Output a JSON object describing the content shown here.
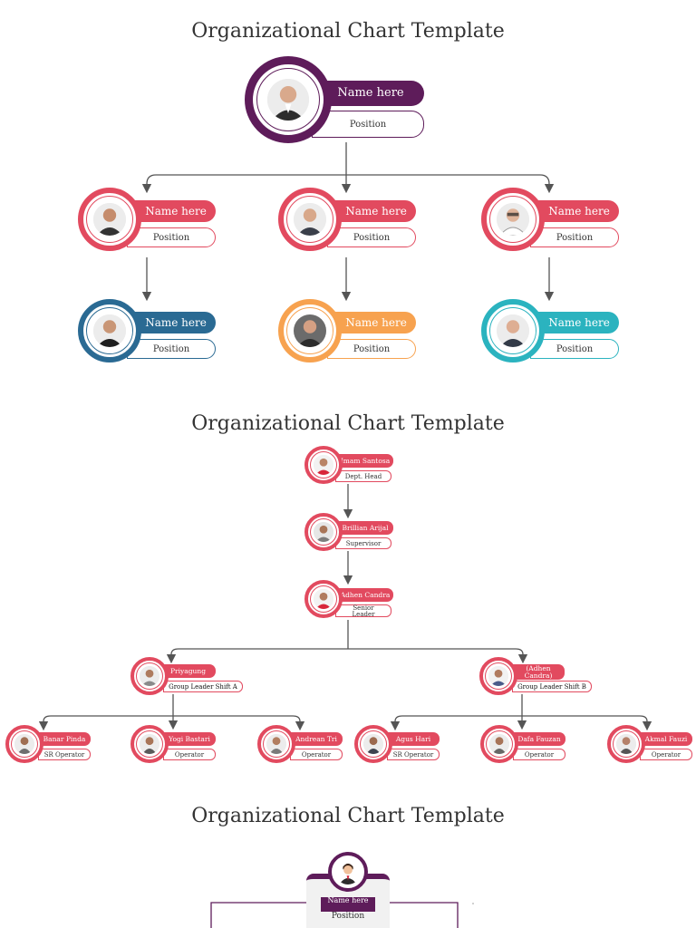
{
  "colors": {
    "purple": "#5e1c5a",
    "red": "#e24a5f",
    "blue": "#2a6a93",
    "orange": "#f7a24f",
    "teal": "#2bb3bf",
    "line": "#555555"
  },
  "chart1": {
    "title": "Organizational Chart Template",
    "top": {
      "name": "Name here",
      "position": "Position"
    },
    "level2": [
      {
        "name": "Name here",
        "position": "Position"
      },
      {
        "name": "Name here",
        "position": "Position"
      },
      {
        "name": "Name here",
        "position": "Position"
      }
    ],
    "level3": [
      {
        "name": "Name here",
        "position": "Position"
      },
      {
        "name": "Name here",
        "position": "Position"
      },
      {
        "name": "Name here",
        "position": "Position"
      }
    ]
  },
  "chart2": {
    "title": "Organizational Chart Template",
    "chain": [
      {
        "name": "Imam Santosa",
        "position": "Dept. Head"
      },
      {
        "name": "Brillian Arijal",
        "position": "Supervisor"
      },
      {
        "name": "Adhen Candra",
        "position": "Senior Leader"
      }
    ],
    "groups": [
      {
        "name": "Priyagung",
        "position": "Group Leader Shift A"
      },
      {
        "name": "(Adhen Candra)",
        "position": "Group Leader Shift B"
      }
    ],
    "members": [
      {
        "name": "Banar Pinda",
        "position": "SR Operator"
      },
      {
        "name": "Yogi Bastari",
        "position": "Operator"
      },
      {
        "name": "Andrean Tri",
        "position": "Operator"
      },
      {
        "name": "Agus Hari",
        "position": "SR Operator"
      },
      {
        "name": "Dafa Fauzan",
        "position": "Operator"
      },
      {
        "name": "Akmal Fauzi",
        "position": "Operator"
      }
    ]
  },
  "chart3": {
    "title": "Organizational Chart Template",
    "top": {
      "name": "Name here",
      "position": "Position"
    }
  }
}
